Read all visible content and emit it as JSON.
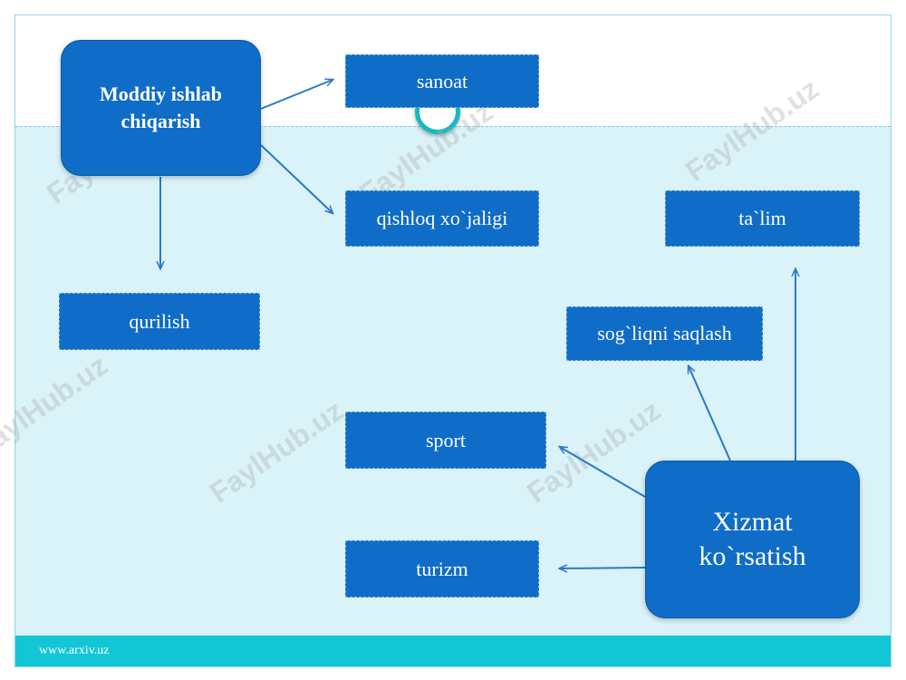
{
  "nodes": {
    "moddiy": "Moddiy ishlab chiqarish",
    "sanoat": "sanoat",
    "qishloq": "qishloq xo`jaligi",
    "qurilish": "qurilish",
    "talim": "ta`lim",
    "sogliqni": "sog`liqni saqlash",
    "sport": "sport",
    "turizm": "turizm",
    "xizmat": "Xizmat ko`rsatish"
  },
  "footer": {
    "url": "www.arxiv.uz"
  },
  "watermark": "FaylHub.uz",
  "colors": {
    "box": "#0f6cc7",
    "band": "#daf3f8",
    "footer": "#12c6d6",
    "arrow": "#2a78c8"
  }
}
